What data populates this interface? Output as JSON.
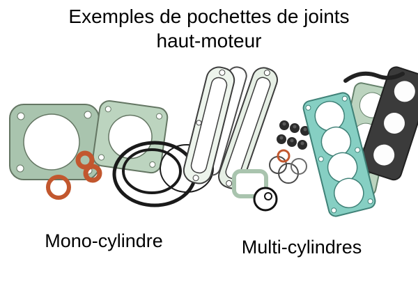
{
  "title": {
    "line1": "Exemples de pochettes de joints",
    "line2": "haut-moteur"
  },
  "captions": {
    "mono": "Mono-cylindre",
    "multi": "Multi-cylindres"
  },
  "illustration": {
    "description": "Photo of two top-end gasket kits: single-cylinder kit on the left, multi-cylinder kit on the right",
    "items": [
      "cylinder-base-gaskets",
      "o-rings",
      "head-gaskets",
      "valve-stem-seals",
      "cover-gaskets"
    ]
  },
  "colors": {
    "background": "#ffffff",
    "text": "#000000",
    "gasket_green": "#a9c4ae",
    "gasket_green_light": "#bcd4bf",
    "gasket_teal": "#86cfc3",
    "oring_orange": "#c2572e",
    "ring_black": "#1a1a1a",
    "dark_gasket": "#3b3b3b"
  }
}
